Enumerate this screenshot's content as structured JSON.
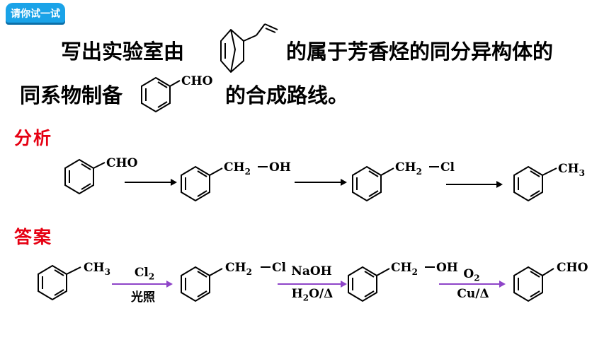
{
  "header": {
    "tag_label": "请你试一试"
  },
  "question": {
    "line1_part1": "写出实验室由",
    "line1_part2": "的属于芳香烃的同分异构体的",
    "line2_part1": "同系物制备",
    "line2_part2": "的合成路线。"
  },
  "groups": {
    "cho": "CHO",
    "ch2": "CH",
    "sub2": "2",
    "oh": "OH",
    "cl": "Cl",
    "ch3_main": "CH",
    "sub3": "3"
  },
  "sections": {
    "analysis": "分析",
    "answer": "答案"
  },
  "conditions": {
    "step1_top": "Cl",
    "step1_top_sub": "2",
    "step1_bottom": "光照",
    "step2_top": "NaOH",
    "step2_bottom": "H",
    "step2_bottom_sub": "2",
    "step2_bottom_rest": "O/Δ",
    "step3_top": "O",
    "step3_top_sub": "2",
    "step3_bottom": "Cu/Δ"
  },
  "colors": {
    "tag": "#1aa3e8",
    "section": "#e60012",
    "answer_arrow": "#8e44c8"
  }
}
